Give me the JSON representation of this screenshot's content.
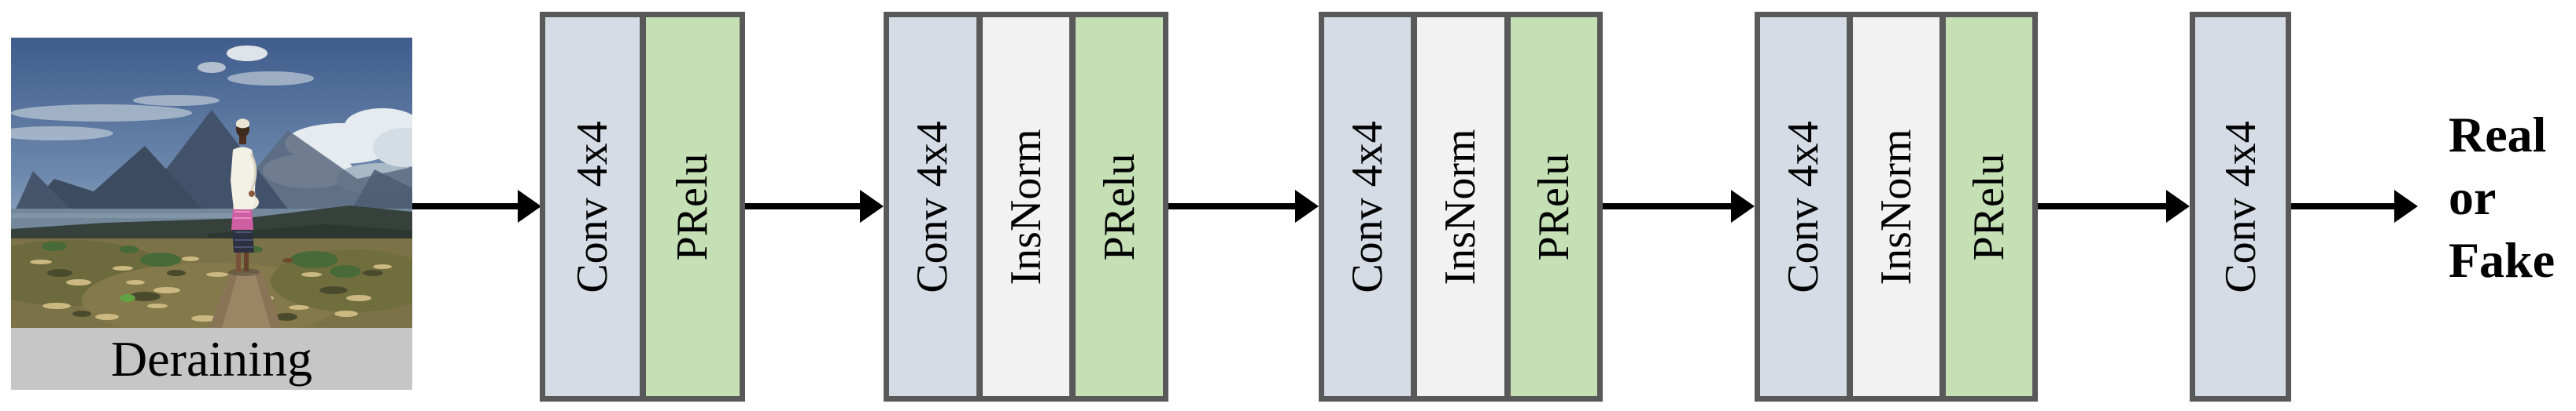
{
  "figure": {
    "input": {
      "caption": "Deraining"
    },
    "blocks": [
      {
        "name": "block-1",
        "cells": [
          {
            "type": "conv",
            "label": "Conv 4x4"
          },
          {
            "type": "prelu",
            "label": "PRelu"
          }
        ]
      },
      {
        "name": "block-2",
        "cells": [
          {
            "type": "conv",
            "label": "Conv 4x4"
          },
          {
            "type": "insnorm",
            "label": "InsNorm"
          },
          {
            "type": "prelu",
            "label": "PRelu"
          }
        ]
      },
      {
        "name": "block-3",
        "cells": [
          {
            "type": "conv",
            "label": "Conv 4x4"
          },
          {
            "type": "insnorm",
            "label": "InsNorm"
          },
          {
            "type": "prelu",
            "label": "PRelu"
          }
        ]
      },
      {
        "name": "block-4",
        "cells": [
          {
            "type": "conv",
            "label": "Conv 4x4"
          },
          {
            "type": "insnorm",
            "label": "InsNorm"
          },
          {
            "type": "prelu",
            "label": "PRelu"
          }
        ]
      },
      {
        "name": "block-5",
        "cells": [
          {
            "type": "conv",
            "label": "Conv 4x4"
          }
        ]
      }
    ],
    "output": {
      "lines": [
        "Real",
        "or",
        "Fake"
      ]
    },
    "colors": {
      "conv_fill": "#D6DCE5",
      "insnorm_fill": "#F2F2F2",
      "prelu_fill": "#C5E0B4",
      "block_border": "#595959",
      "caption_bg": "#C6C6C6",
      "arrow": "#000000",
      "text": "#000000"
    }
  }
}
